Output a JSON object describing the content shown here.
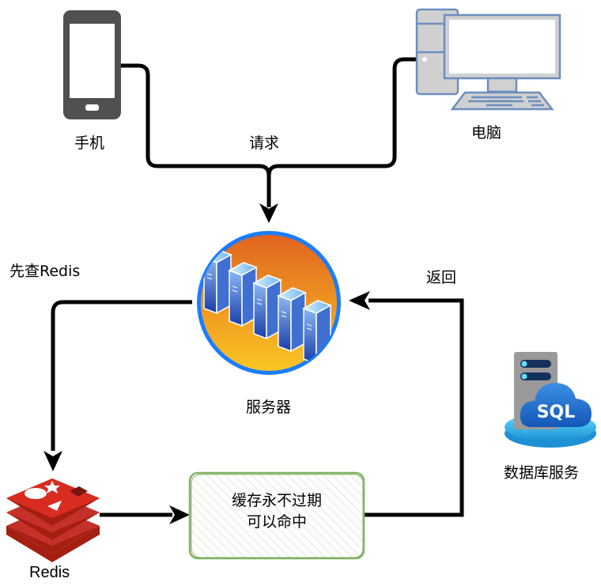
{
  "nodes": {
    "phone": {
      "label": "手机",
      "icon": "mobile-phone-icon"
    },
    "computer": {
      "label": "电脑",
      "icon": "desktop-computer-icon"
    },
    "server": {
      "label": "服务器",
      "icon": "server-cluster-icon"
    },
    "redis": {
      "label": "Redis",
      "icon": "redis-logo-icon"
    },
    "database": {
      "label": "数据库服务",
      "icon": "sql-database-icon",
      "icon_text": "SQL"
    },
    "cache_note": {
      "line1": "缓存永不过期",
      "line2": "可以命中"
    }
  },
  "edges": {
    "request": {
      "label": "请求"
    },
    "query_redis": {
      "label": "先查Redis"
    },
    "return": {
      "label": "返回"
    }
  },
  "colors": {
    "edge": "#000000",
    "phone_body": "#505050",
    "computer_stroke": "#6c8ebf",
    "computer_fill": "#d0d0d0",
    "server_ring": "#1a7dff",
    "server_bg_top": "#e06420",
    "server_bg_bottom": "#f9bd24",
    "redis_red": "#c6302b",
    "redis_dark": "#a41e11",
    "note_stroke": "#82b366",
    "note_hatch": "#d5e8d4",
    "sql_cloud": "#1e74d0",
    "sql_base": "#50c8f0"
  }
}
